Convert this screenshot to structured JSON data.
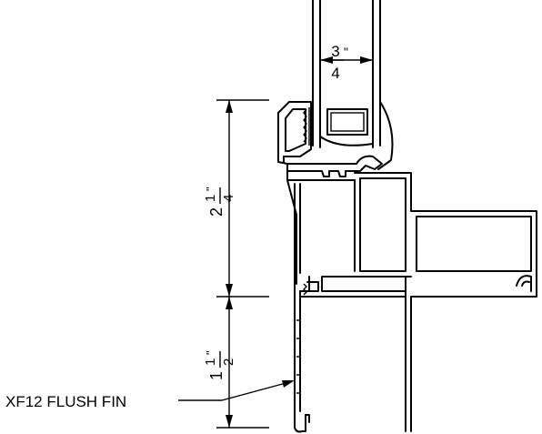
{
  "callout": {
    "label": "XF12 FLUSH FIN"
  },
  "dimensions": {
    "glass": {
      "whole": "",
      "num": "3",
      "den": "4",
      "unit": "\""
    },
    "upper": {
      "whole": "2",
      "num": "1",
      "den": "4",
      "unit": "\""
    },
    "lower": {
      "whole": "1",
      "num": "1",
      "den": "2",
      "unit": "\""
    }
  }
}
